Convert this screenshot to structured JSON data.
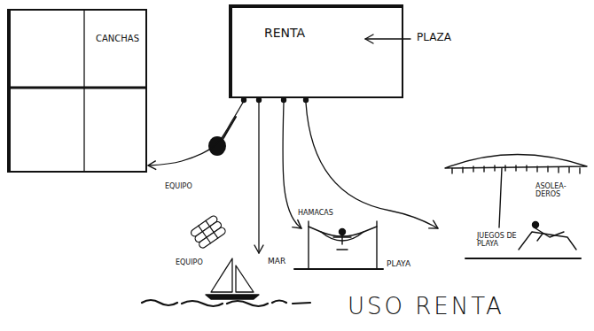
{
  "diagram": {
    "caption": "USO RENTA",
    "nodes": [
      {
        "text": [
          "CANCHAS"
        ]
      },
      {
        "text": [
          "RENTA"
        ]
      }
    ],
    "edges": [
      {
        "from": 1,
        "to": 0,
        "arrow": "to"
      }
    ],
    "labels": [
      "PLAZA",
      "EQUIPO",
      "EQUIPO",
      "MAR",
      "HAMACAS",
      "PLAYA",
      "ASOLEA- DEROS",
      "JUEGOS DE PLAYA"
    ]
  }
}
